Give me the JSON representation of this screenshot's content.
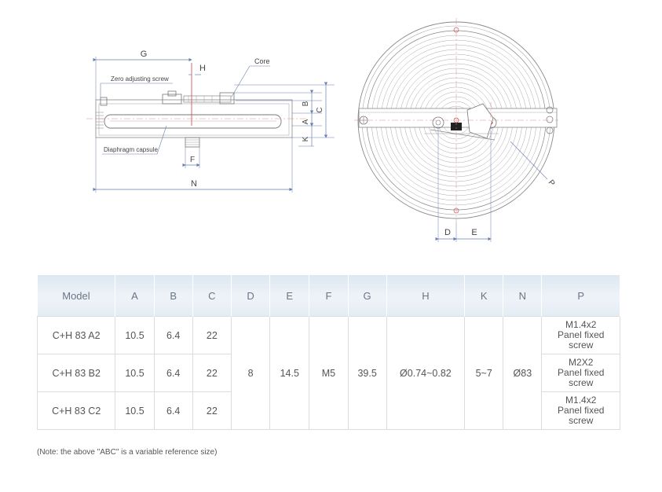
{
  "drawing_labels": {
    "G": "G",
    "H": "H",
    "core": "Core",
    "zero_screw": "Zero adjusting screw",
    "B": "B",
    "C": "C",
    "A": "A",
    "K": "K",
    "capsule": "Diaphragm capsule",
    "F": "F",
    "N": "N",
    "P": "P",
    "D": "D",
    "E": "E"
  },
  "table": {
    "headers": [
      "Model",
      "A",
      "B",
      "C",
      "D",
      "E",
      "F",
      "G",
      "H",
      "K",
      "N",
      "P"
    ],
    "rows": [
      {
        "model": "C+H 83 A2",
        "a": "10.5",
        "b": "6.4",
        "c": "22",
        "p": [
          "M1.4x2",
          "Panel fixed",
          "screw"
        ]
      },
      {
        "model": "C+H 83 B2",
        "a": "10.5",
        "b": "6.4",
        "c": "22",
        "p": [
          "M2X2",
          "Panel fixed",
          "screw"
        ]
      },
      {
        "model": "C+H 83 C2",
        "a": "10.5",
        "b": "6.4",
        "c": "22",
        "p": [
          "M1.4x2",
          "Panel fixed",
          "screw"
        ]
      }
    ],
    "shared": {
      "d": "8",
      "e": "14.5",
      "f": "M5",
      "g": "39.5",
      "h": "Ø0.74~0.82",
      "k": "5~7",
      "n": "Ø83"
    }
  },
  "note": "(Note: the above \"ABC\" is a variable reference size)"
}
